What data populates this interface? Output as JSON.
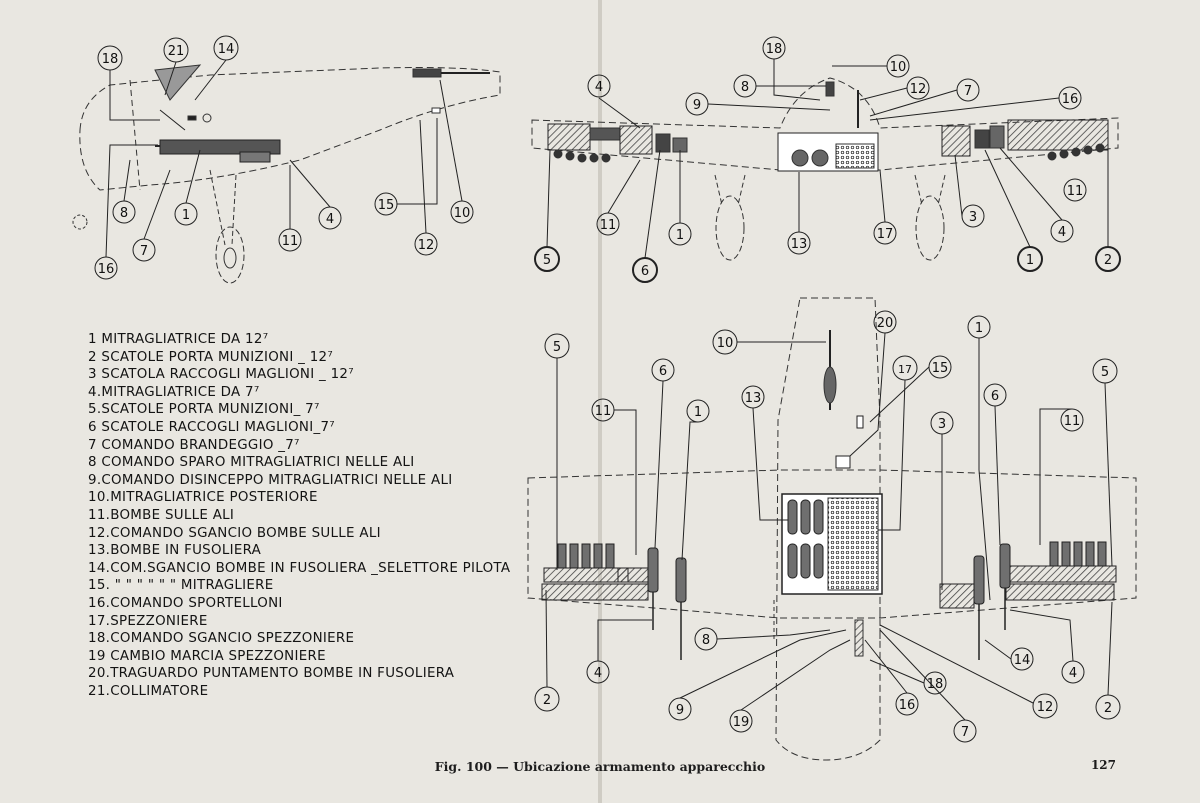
{
  "legend": [
    {
      "num": "1",
      "text": "MITRAGLIATRICE DA   12⁷"
    },
    {
      "num": "2",
      "text": "SCATOLE PORTA MUNIZIONI _ 12⁷"
    },
    {
      "num": "3",
      "text": "SCATOLA RACCOGLI MAGLIONI _ 12⁷"
    },
    {
      "num": "4.",
      "text": "MITRAGLIATRICE DA   7⁷"
    },
    {
      "num": "5.",
      "text": "SCATOLE PORTA MUNIZIONI_ 7⁷"
    },
    {
      "num": "6",
      "text": "SCATOLE RACCOGLI MAGLIONI_7⁷"
    },
    {
      "num": "7",
      "text": "COMANDO BRANDEGGIO _7⁷"
    },
    {
      "num": "8",
      "text": "COMANDO SPARO MITRAGLIATRICI NELLE ALI"
    },
    {
      "num": "9.",
      "text": "COMANDO DISINCEPPO MITRAGLIATRICI NELLE ALI"
    },
    {
      "num": "10.",
      "text": "MITRAGLIATRICE POSTERIORE"
    },
    {
      "num": "11.",
      "text": "BOMBE SULLE ALI"
    },
    {
      "num": "12.",
      "text": "COMANDO SGANCIO BOMBE SULLE ALI"
    },
    {
      "num": "13.",
      "text": "BOMBE IN FUSOLIERA"
    },
    {
      "num": "14.",
      "text": "COM.SGANCIO BOMBE IN FUSOLIERA _SELETTORE PILOTA"
    },
    {
      "num": "15.",
      "text": "\"     \"     \"     \"     \"     \" MITRAGLIERE"
    },
    {
      "num": "16.",
      "text": "COMANDO SPORTELLONI"
    },
    {
      "num": "17.",
      "text": "SPEZZONIERE"
    },
    {
      "num": "18.",
      "text": "COMANDO SGANCIO SPEZZONIERE"
    },
    {
      "num": "19",
      "text": "CAMBIO MARCIA SPEZZONIERE"
    },
    {
      "num": "20.",
      "text": "TRAGUARDO PUNTAMENTO BOMBE IN FUSOLIERA"
    },
    {
      "num": "21.",
      "text": "COLLIMATORE"
    }
  ],
  "callouts": {
    "side": [
      "18",
      "21",
      "14",
      "8",
      "1",
      "4",
      "15",
      "10",
      "7",
      "16",
      "11",
      "12"
    ],
    "front": [
      "18",
      "10",
      "8",
      "4",
      "9",
      "12",
      "7",
      "16",
      "5",
      "11",
      "6",
      "1",
      "13",
      "17",
      "3",
      "1",
      "4",
      "11",
      "2"
    ],
    "top": [
      "5",
      "10",
      "20",
      "1",
      "5",
      "6",
      "11",
      "1",
      "13",
      "17",
      "15",
      "6",
      "3",
      "11",
      "8",
      "4",
      "14",
      "4",
      "2",
      "9",
      "19",
      "18",
      "16",
      "7",
      "12",
      "2"
    ]
  },
  "caption": "Fig. 100 — Ubicazione armamento apparecchio",
  "page_number": "127",
  "colors": {
    "paper": "#e9e7e1",
    "ink": "#1b1b1b",
    "fill": "#6f6f6f"
  }
}
